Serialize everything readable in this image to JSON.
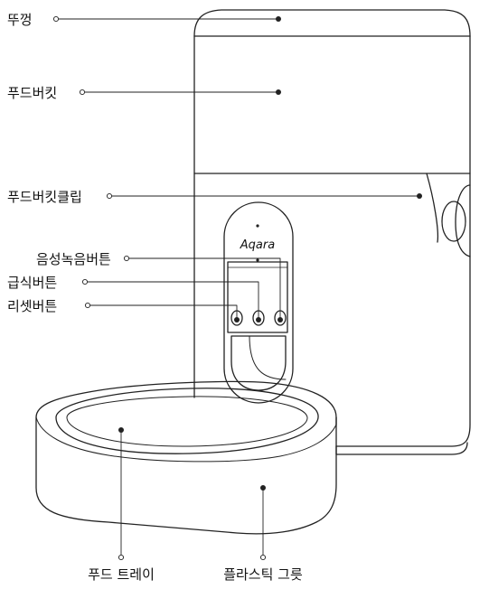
{
  "callouts": {
    "lid": "뚜껑",
    "food_bucket": "푸드버킷",
    "bucket_clip": "푸드버킷클립",
    "voice_button": "음성녹음버튼",
    "feed_button": "급식버튼",
    "reset_button": "리셋버튼",
    "food_tray": "푸드 트레이",
    "plastic_bowl": "플라스틱 그릇"
  },
  "device": {
    "brand_logo": "Aqara"
  },
  "colors": {
    "line": "#222222",
    "text": "#111111",
    "background": "#ffffff"
  }
}
